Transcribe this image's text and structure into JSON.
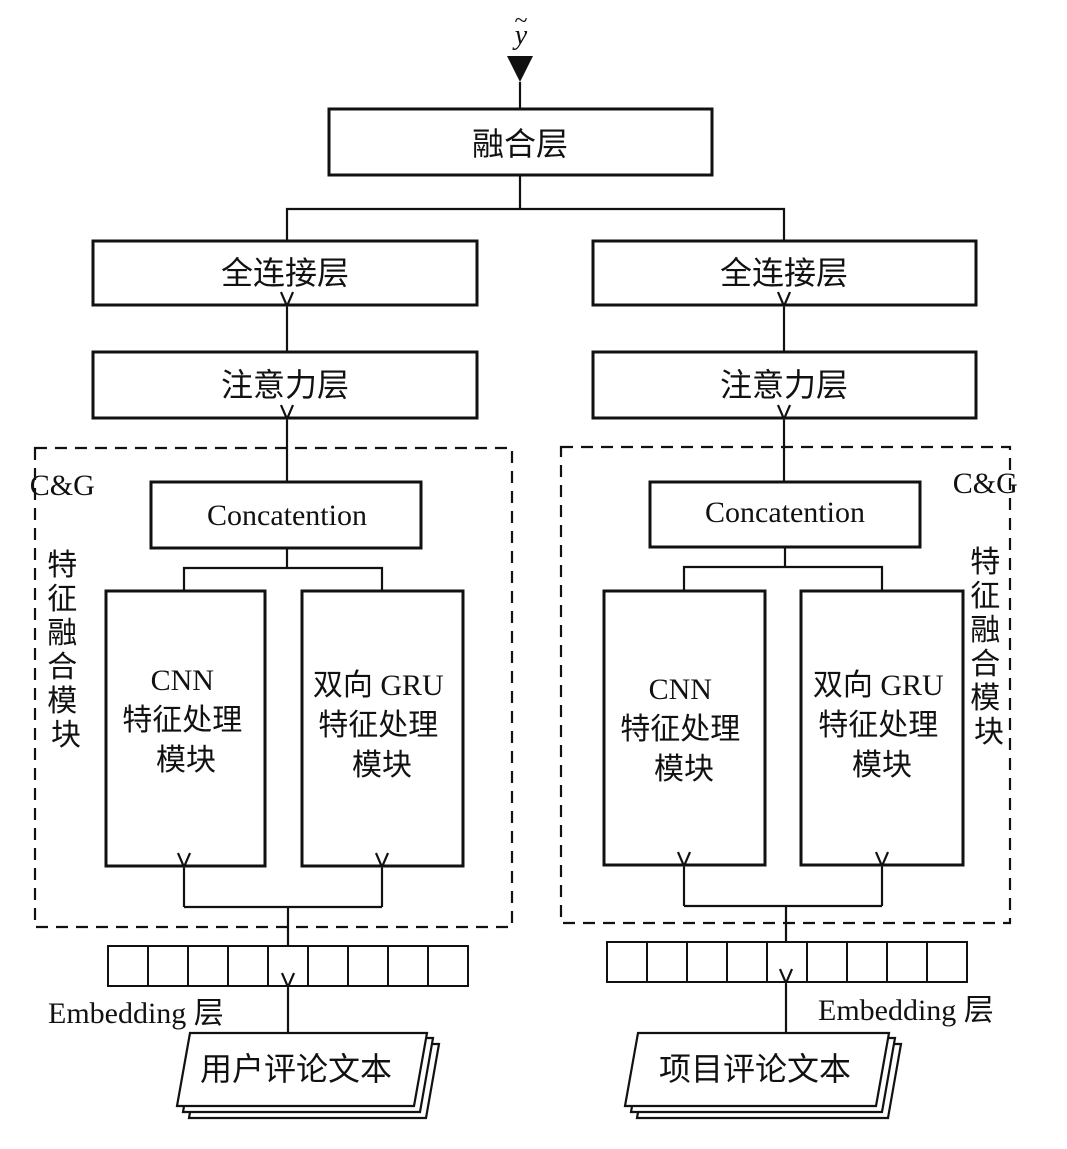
{
  "output_symbol": "y",
  "output_tilde": "~",
  "fusion_layer": "融合层",
  "left_branch": {
    "fc_layer": "全连接层",
    "attention_layer": "注意力层",
    "concat": "Concatention",
    "module_label": [
      "C&G",
      "特",
      "征",
      "融",
      "合",
      "模",
      "块"
    ],
    "cnn_lines": [
      "CNN",
      "特征处理",
      "模块"
    ],
    "gru_lines": [
      "双向 GRU",
      "特征处理",
      "模块"
    ],
    "embedding_label": "Embedding 层",
    "input_text": "用户评论文本"
  },
  "right_branch": {
    "fc_layer": "全连接层",
    "attention_layer": "注意力层",
    "concat": "Concatention",
    "module_label": [
      "C&G",
      "特",
      "征",
      "融",
      "合",
      "模",
      "块"
    ],
    "cnn_lines": [
      "CNN",
      "特征处理",
      "模块"
    ],
    "gru_lines": [
      "双向 GRU",
      "特征处理",
      "模块"
    ],
    "embedding_label": "Embedding 层",
    "input_text": "项目评论文本"
  }
}
